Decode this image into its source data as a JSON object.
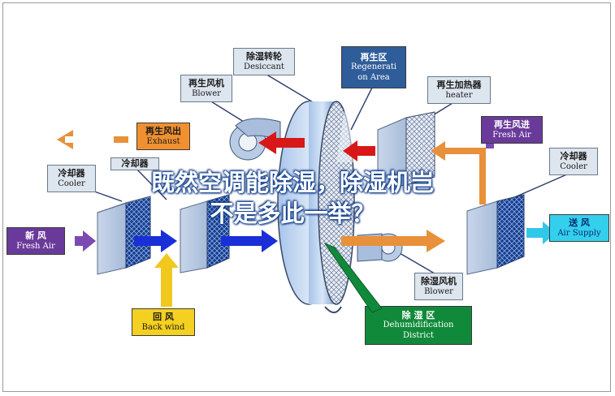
{
  "labels": {
    "desiccant": {
      "cn": "除湿转轮",
      "en": "Desiccant"
    },
    "regeneration_area": {
      "cn": "再生区",
      "en": "Regenerati on Area"
    },
    "regen_blower": {
      "cn": "再生风机",
      "en": "Blower"
    },
    "regen_heater": {
      "cn": "再生加热器",
      "en": "heater"
    },
    "exhaust": {
      "cn": "再生风出",
      "en": "Exhaust"
    },
    "regen_fresh_air": {
      "cn": "再生风进",
      "en": "Fresh Air"
    },
    "cooler_left": {
      "cn": "冷却器",
      "en": "Cooler"
    },
    "cooler_partial": {
      "cn": "冷却器",
      "en": ""
    },
    "cooler_right": {
      "cn": "冷却器",
      "en": "Cooler"
    },
    "fresh_air": {
      "cn": "新 风",
      "en": "Fresh Air"
    },
    "air_supply": {
      "cn": "送 风",
      "en": "Air Supply"
    },
    "back_wind": {
      "cn": "回 风",
      "en": "Back wind"
    },
    "dehu_blower": {
      "cn": "除湿风机",
      "en": "Blower"
    },
    "dehu_district": {
      "cn": "除 湿 区",
      "en": "Dehumidification District"
    }
  },
  "overlay_title": {
    "line1": "既然空调能除湿，除湿机岂",
    "line2": "不是多此一举？"
  },
  "colors": {
    "label_blue": "#2f5d9a",
    "label_orange": "#f09030",
    "label_yellow": "#f4d020",
    "label_cyan": "#33d0ee",
    "label_green": "#108a3a",
    "label_purple": "#6a3a9a",
    "arrow_blue": "#1a2fd8",
    "arrow_red": "#d81818",
    "arrow_orange": "#e8903a",
    "arrow_purple": "#7a4ab0",
    "arrow_yellow": "#f0c81e",
    "arrow_cyan": "#30c8e8"
  }
}
